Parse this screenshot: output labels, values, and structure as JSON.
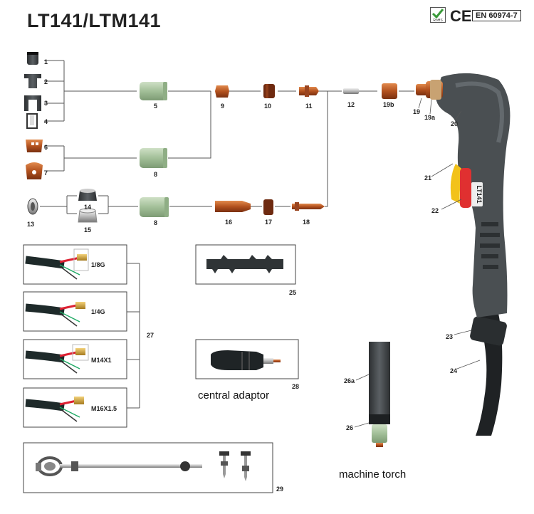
{
  "header": {
    "title": "LT141/LTM141",
    "cert_rohs": "RoHS",
    "cert_ce": "CE",
    "cert_standard": "EN 60974-7"
  },
  "parts": {
    "p1": "1",
    "p2": "2",
    "p3": "3",
    "p4": "4",
    "p5": "5",
    "p6": "6",
    "p7": "7",
    "p8a": "8",
    "p8b": "8",
    "p9": "9",
    "p10": "10",
    "p11": "11",
    "p12": "12",
    "p13": "13",
    "p14": "14",
    "p15": "15",
    "p16": "16",
    "p17": "17",
    "p18": "18",
    "p19": "19",
    "p19a": "19a",
    "p19b": "19b",
    "p20": "20",
    "p21": "21",
    "p22": "22",
    "p23": "23",
    "p24": "24",
    "p25": "25",
    "p26": "26",
    "p26a": "26a",
    "p27": "27",
    "p28": "28",
    "p29": "29"
  },
  "cables": {
    "c1": "1/8G",
    "c2": "1/4G",
    "c3": "M14X1",
    "c4": "M16X1.5"
  },
  "captions": {
    "central_adaptor": "central adaptor",
    "machine_torch": "machine torch"
  },
  "torch_handle_text": "LT141",
  "colors": {
    "copper": "#c0612b",
    "ceramic": "#a9c4a0",
    "torch_body": "#4a4f52",
    "trigger_red": "#e03030",
    "trigger_yellow": "#f2c21b"
  }
}
